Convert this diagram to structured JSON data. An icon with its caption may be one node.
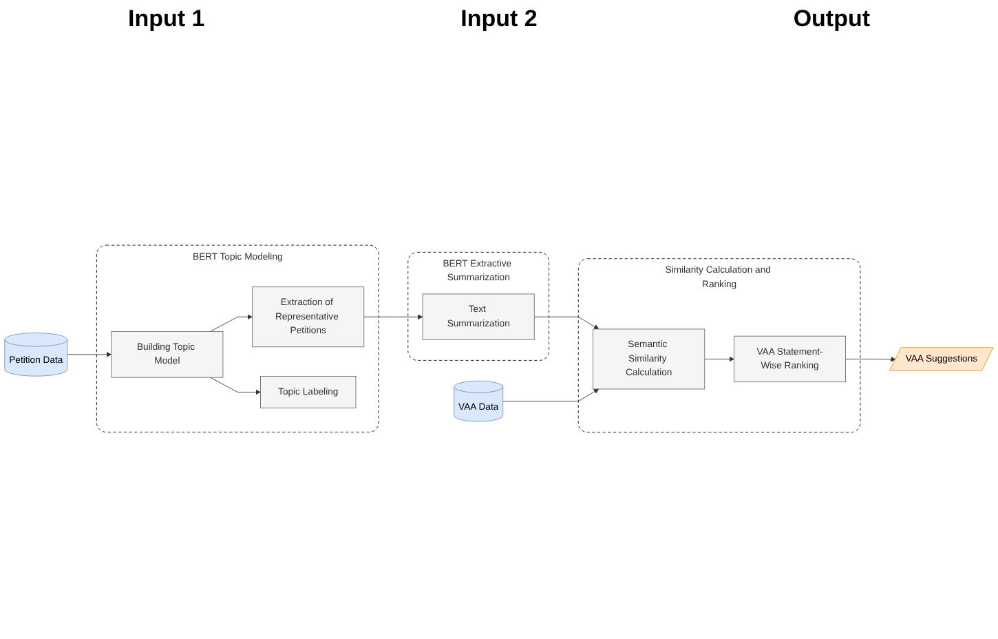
{
  "diagram": {
    "nodes": [
      {
        "text": [
          "Petition Data"
        ]
      },
      {
        "text": [
          "BERT Topic Modeling"
        ]
      },
      {
        "text": [
          "Building Topic Model"
        ],
        "in": 1
      },
      {
        "text": [
          "Extraction of Representative Petitions"
        ],
        "in": 1
      },
      {
        "text": [
          "Topic Labeling"
        ],
        "in": 1
      },
      {
        "text": [
          "BERT Extractive Summarization"
        ]
      },
      {
        "text": [
          "Text Summarization"
        ],
        "in": 5
      },
      {
        "text": [
          "VAA Data"
        ]
      },
      {
        "text": [
          "Similarity Calculation and Ranking"
        ]
      },
      {
        "text": [
          "Semantic Similarity Calculation"
        ],
        "in": 8
      },
      {
        "text": [
          "VAA Statement-Wise Ranking"
        ],
        "in": 8
      },
      {
        "text": [
          "VAA Suggestions"
        ]
      }
    ],
    "edges": [
      {
        "from": 0,
        "to": 2,
        "arrow": "to"
      },
      {
        "from": 2,
        "to": 3,
        "arrow": "to"
      },
      {
        "from": 2,
        "to": 4,
        "arrow": "to"
      },
      {
        "from": 3,
        "to": 6,
        "arrow": "to"
      },
      {
        "from": 6,
        "to": 9,
        "arrow": "to"
      },
      {
        "from": 7,
        "to": 9,
        "arrow": "to"
      },
      {
        "from": 9,
        "to": 10,
        "arrow": "to"
      },
      {
        "from": 10,
        "to": 11,
        "arrow": "to"
      }
    ],
    "labels": [
      "Input 1",
      "Input 2",
      "Output"
    ]
  }
}
